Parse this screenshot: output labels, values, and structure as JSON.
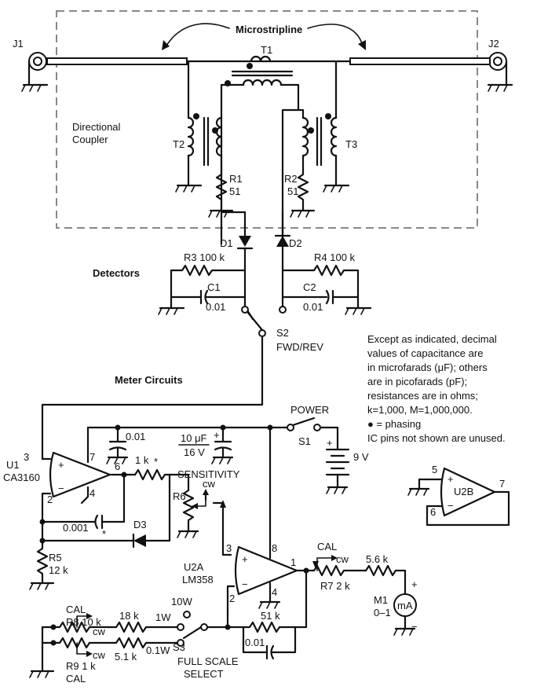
{
  "title": "Microstripline",
  "connectors": {
    "j1": "J1",
    "j2": "J2"
  },
  "block_labels": {
    "directional_coupler": [
      "Directional",
      "Coupler"
    ],
    "detectors": "Detectors",
    "meter_circuits": "Meter Circuits"
  },
  "components": {
    "t1": "T1",
    "t2": "T2",
    "t3": "T3",
    "r1": "R1",
    "r1_val": "51",
    "r2": "R2",
    "r2_val": "51",
    "d1": "D1",
    "d2": "D2",
    "d3": "D3",
    "r3": "R3  100 k",
    "r4": "R4  100 k",
    "c1": "C1",
    "c1_val": "0.01",
    "c2": "C2",
    "c2_val": "0.01",
    "s2": "S2",
    "s2_desc": "FWD/REV",
    "power": "POWER",
    "s1": "S1",
    "battery": "9 V",
    "c_top": "0.01",
    "c_sens": "10 μF",
    "c_sens_v": "16 V",
    "sensitivity": "SENSITIVITY",
    "u1": "U1",
    "u1_part": "CA3160",
    "r_1k": "1 k",
    "r6": "R6",
    "cw": "cw",
    "c_001": "0.001",
    "r5": "R5",
    "r5_val": "12 k",
    "u2a": "U2A",
    "u2a_part": "LM358",
    "cal": "CAL",
    "r7": "R7  2 k",
    "r_56k": "5.6 k",
    "m1": "M1",
    "m1_range": "0–1",
    "ma": "mA",
    "u2b": "U2B",
    "r8": "R8  10 k",
    "r9": "R9  1 k",
    "r_18k": "18 k",
    "r_51k_b": "5.1 k",
    "one_w": "1W",
    "pt1_w": "0.1W",
    "ten_w": "10W",
    "s3": "S3",
    "full_scale": [
      "FULL SCALE",
      "SELECT"
    ],
    "r_51k": "51 k",
    "c_fb": "0.01"
  },
  "pins": {
    "u1": [
      "3",
      "7",
      "6",
      "2",
      "4"
    ],
    "u2a": [
      "3",
      "8",
      "1",
      "2",
      "4"
    ],
    "u2b": [
      "5",
      "7",
      "6"
    ],
    "plus": "+",
    "minus": "−",
    "asterisk": "*"
  },
  "notes": [
    "Except as indicated, decimal",
    "values of capacitance are",
    "in microfarads (μF); others",
    "are in picofarads (pF);",
    "resistances are in ohms;",
    "k=1,000,  M=1,000,000.",
    "● = phasing",
    "IC pins not shown are unused."
  ]
}
